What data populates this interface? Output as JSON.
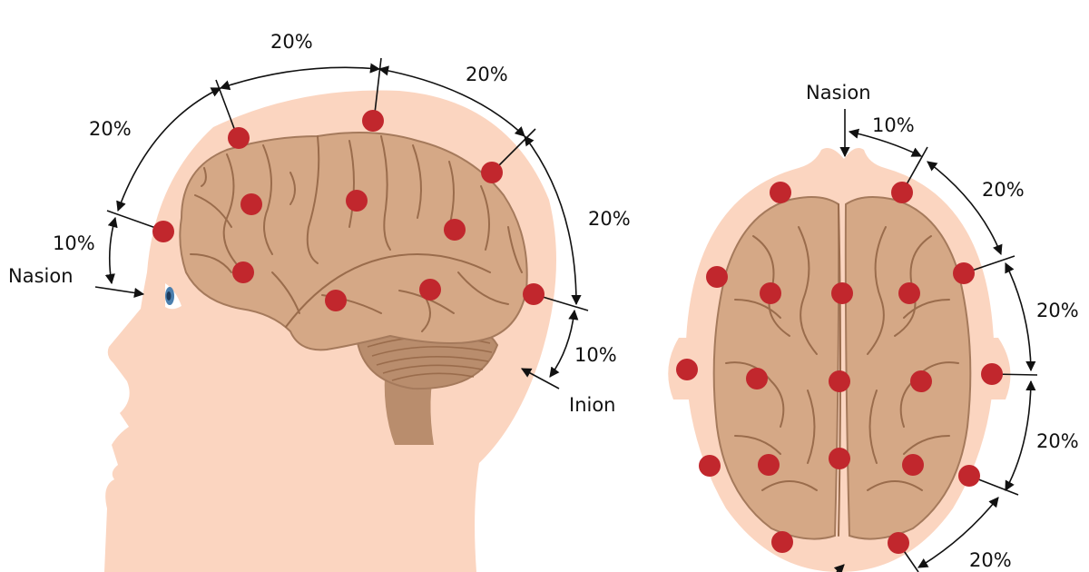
{
  "colors": {
    "skin": "#fbd5c0",
    "brain": "#d5a886",
    "brain_outline": "#a57a5c",
    "sulci": "#9a6c4c",
    "cerebellum": "#b98d6d",
    "electrode": "#c1272d",
    "line": "#111111"
  },
  "side_view": {
    "labels": {
      "arc_top_left": "20%",
      "arc_top_right": "20%",
      "arc_left": "20%",
      "arc_right": "20%",
      "front_small": "10%",
      "back_small": "10%",
      "nasion": "Nasion",
      "inion": "Inion"
    }
  },
  "top_view": {
    "labels": {
      "nasion": "Nasion",
      "front_small": "10%",
      "arc_1": "20%",
      "arc_2": "20%",
      "arc_3": "20%",
      "arc_4": "20%"
    }
  },
  "icons": {
    "side_head": "head-profile-icon",
    "side_brain": "brain-side-icon",
    "top_head": "head-top-icon",
    "top_brain": "brain-top-icon",
    "eye": "eye-icon",
    "electrode": "electrode-dot-icon"
  }
}
